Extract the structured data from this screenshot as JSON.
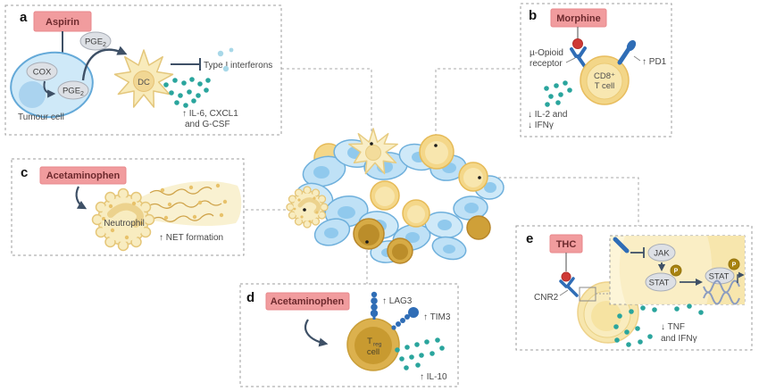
{
  "figure": {
    "colors": {
      "drug_box_bg": "#f19c9e",
      "drug_box_border": "#e8898c",
      "drug_text": "#6e2a2e",
      "panel_border": "#9e9e9e",
      "dark_line": "#3e5066",
      "teal_dot": "#2aa59d",
      "light_blue_dot": "#a8d8e8",
      "oval_bg": "#dde0e5",
      "oval_border": "#a9aeb7",
      "blue_cell": "#bfe1f6",
      "blue_cell_border": "#6fb0dc",
      "yellow_cell": "#f4d789",
      "pale_cell": "#f9eec6",
      "dark_cell": "#cfa038",
      "receptor_blue": "#2f6db6",
      "ligand_red": "#cf3935",
      "phospho": "#a8830f",
      "dna": "#8b9cc0"
    }
  },
  "panels": {
    "a": {
      "letter": "a",
      "drug": "Aspirin",
      "cox": "COX",
      "pge2_base": "PGE",
      "pge2_sub": "2",
      "tumour_cell": "Tumour cell",
      "dc": "DC",
      "inhibited": "Type I interferons",
      "cytokines_line1": "↑ IL-6, CXCL1",
      "cytokines_line2": "and G-CSF"
    },
    "b": {
      "letter": "b",
      "drug": "Morphine",
      "receptor_line1": "µ-Opioid",
      "receptor_line2": "receptor",
      "cell_line1": "CD8⁺",
      "cell_line2": "T cell",
      "pd1": "↑ PD1",
      "cytokines_line1": "↓ IL-2 and",
      "cytokines_line2": "↓ IFNγ"
    },
    "c": {
      "letter": "c",
      "drug": "Acetaminophen",
      "cell": "Neutrophil",
      "effect": "↑ NET formation"
    },
    "d": {
      "letter": "d",
      "drug": "Acetaminophen",
      "cell_base": "T",
      "cell_sub": "reg",
      "cell_line2": "cell",
      "lag3": "↑ LAG3",
      "tim3": "↑ TIM3",
      "il10": "↑ IL-10"
    },
    "e": {
      "letter": "e",
      "drug": "THC",
      "cnr2": "CNR2",
      "jak": "JAK",
      "stat1": "STAT",
      "stat2": "STAT",
      "p1": "P",
      "p2": "P",
      "cytokines_line1": "↓ TNF",
      "cytokines_line2": "and IFNγ"
    }
  }
}
